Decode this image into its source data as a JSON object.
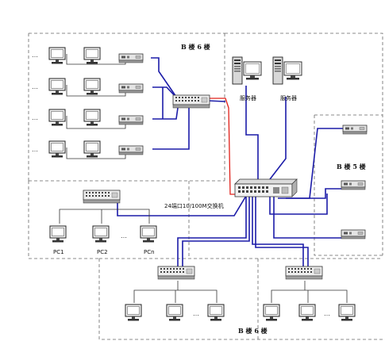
{
  "zones": {
    "top_floor": "B 楼 6 楼",
    "right_floor": "B 楼 5 楼",
    "bottom_floor": "B 楼 6 楼"
  },
  "core_switch_label": "24端口10/100M交换机",
  "servers": [
    "服务器",
    "服务器"
  ],
  "pc_labels": [
    "PC1",
    "PC2",
    "PCn"
  ],
  "ellipsis": "…",
  "colors": {
    "blue_link": "#1c1ca8",
    "red_link": "#e0201a",
    "border_dash": "#666666"
  }
}
